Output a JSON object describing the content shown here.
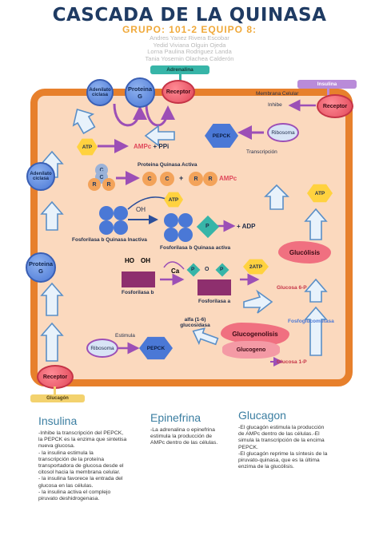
{
  "header": {
    "title": "CASCADA DE LA QUINASA",
    "subtitle": "GRUPO: 101-2  EQUIPO 8:",
    "members": [
      "Andres Yanez Rivera Escobar",
      "Yedid Viviana Olguin Ojeda",
      "Lorna Paulina Rodriguez Landa",
      "Tania Yosemin Olachea Calderón"
    ]
  },
  "diagram": {
    "adrenalina": "Adrenalina",
    "insulina_tag": "Insulina",
    "glucagon_tag": "Glucagón",
    "membrana": "Membrana Celular",
    "adenilato_top": "Adenilato ciclasa",
    "proteina_g_top": "Proteina G",
    "receptor_top": "Receptor",
    "receptor_right": "Receptor",
    "receptor_bottom": "Receptor",
    "inhibe": "Inhibe",
    "ribosoma_top": "Ribosoma",
    "pepck_top": "PEPCK",
    "transcripcion": "Transcripción",
    "atp1": "ATP",
    "ampc_ppi_a": "AMPc",
    "ampc_ppi_plus": "+",
    "ampc_ppi_b": "PPi",
    "adenilato_left": "Adenilato ciclasa",
    "pka_label": "Proteina Quinasa Activa",
    "c_letter": "C",
    "r_letter": "R",
    "plus1": "+",
    "ampc2": "AMPc",
    "atp2": "ATP",
    "atp3": "ATP",
    "oh1": "OH",
    "p_letter": "P",
    "adp": "+ ADP",
    "fos_b_quin_inact": "Fosforilasa b Quinasa Inactiva",
    "fos_b_quin_act": "Fosforilasa b Quinasa activa",
    "proteina_g_left": "Proteina G",
    "ho": "HO",
    "oh2": "OH",
    "ca": "Ca",
    "o_letter": "O",
    "atp_2": "2ATP",
    "fos_b": "Fosforilasa b",
    "fos_a": "Fosforilasa a",
    "glucolisis": "Glucólisis",
    "glucosa6p": "Glucosa 6-P",
    "alfa": "alfa (1-6) glucosidasa",
    "fosfoglucomutasa": "Fosfoglucomutasa",
    "glucogenolisis": "Glucogenolisis",
    "glucogeno": "Glucogeno",
    "glucosa1p": "Glucosa 1-P",
    "estimula": "Estimula",
    "ribosoma_bottom": "Ribosoma",
    "pepck_bottom": "PEPCK"
  },
  "colors": {
    "membrane": "#e7802c",
    "cytoplasm": "#fbd9be",
    "blue": "#4a78d6",
    "red": "#e0485a",
    "purple": "#9c4fb6",
    "teal": "#37b5a8",
    "magenta": "#8e2f6e"
  },
  "sections": [
    {
      "heading": "Insulina",
      "lines": [
        "-Inhibe la transcripción del PEPCK,",
        "la PEPCK es la enzima que sintetisa",
        "nueva glucosa.",
        "- la insulina estimula la",
        "transcripción de la proteína",
        "transportadora de glucosa desde el",
        "citosol hacia la membrana celular.",
        "- la insulina favorece la entrada del",
        "glucosa en las células.",
        "- la insulina activa el complejo",
        "piruvato deshidrogenasa."
      ]
    },
    {
      "heading": "Epinefrina",
      "lines": [
        "-La adrenalina o epinefrina",
        "estimula la producción de",
        "AMPc dentro de las células."
      ]
    },
    {
      "heading": "Glucagon",
      "lines": [
        "-El glucagón estimula la producción",
        "de AMPc dentro de las células.-El",
        "simula la transcripción de la encima",
        "PEPCK.",
        "-El glucagón reprime la síntesis de la",
        "piruvato-quinasa, que es la última",
        "enzima de la glucólisis."
      ]
    }
  ]
}
